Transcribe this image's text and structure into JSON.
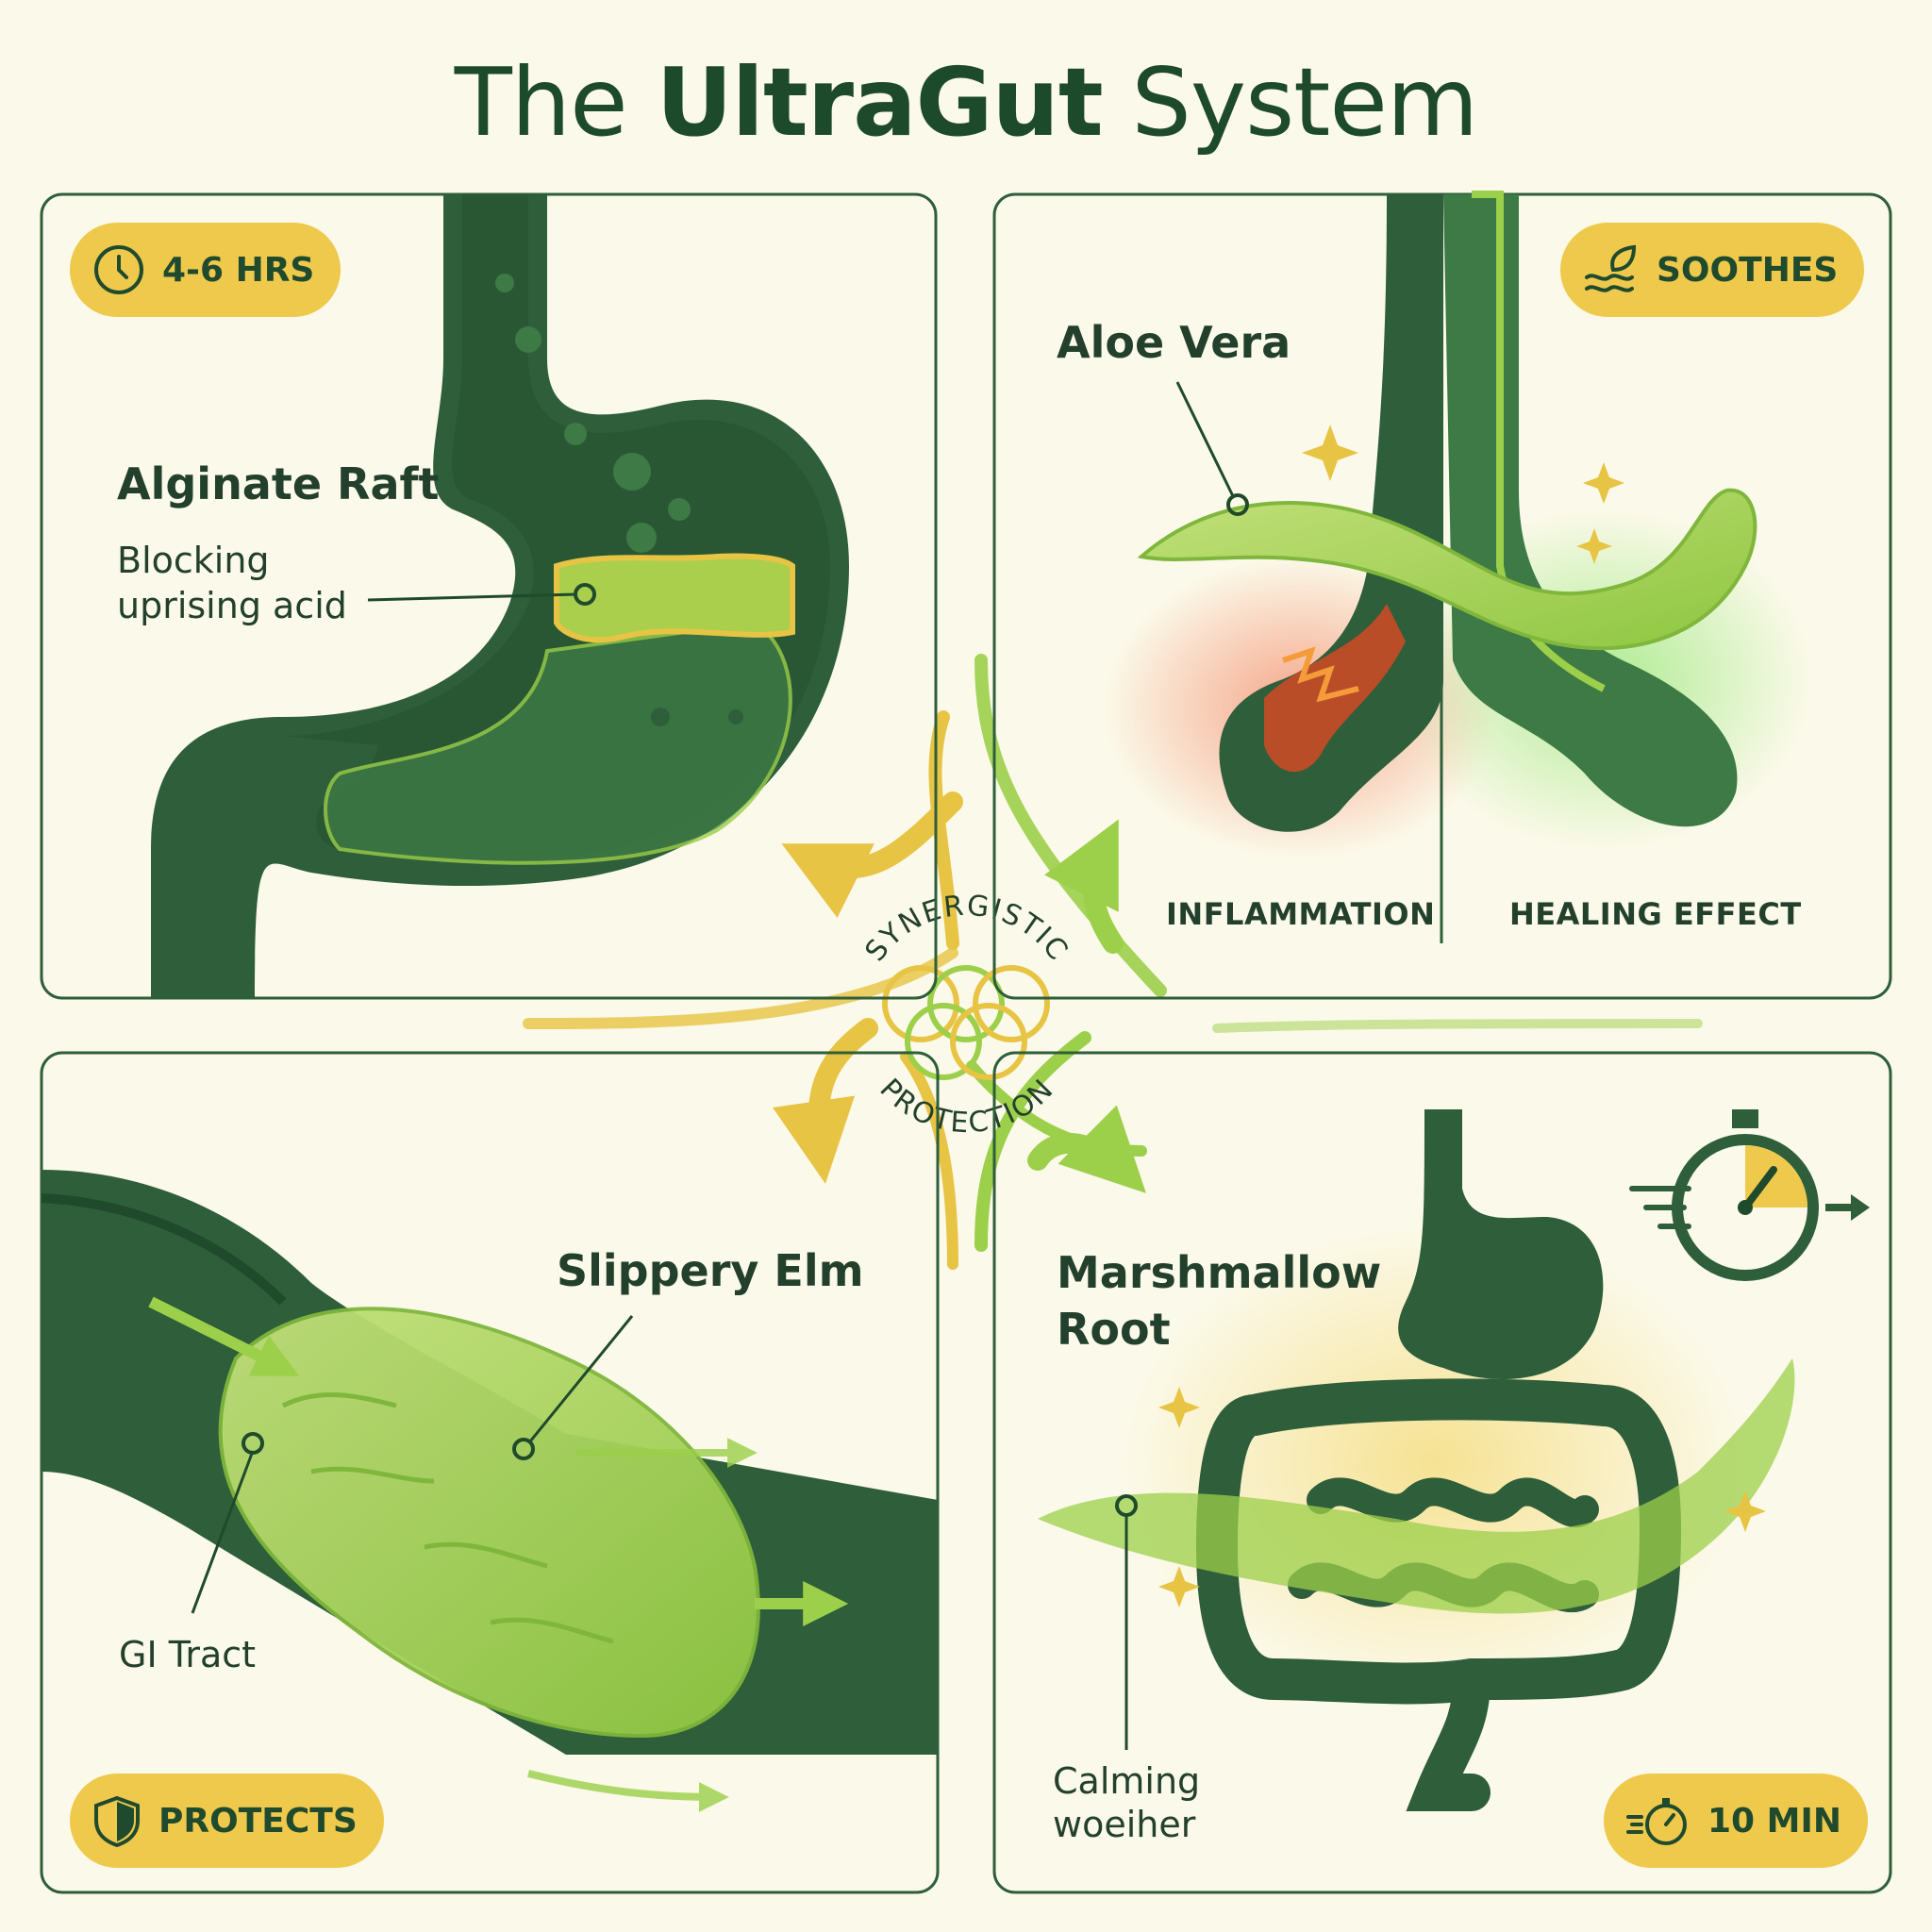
{
  "title": {
    "pre": "The ",
    "brand": "UltraGut",
    "post": " System"
  },
  "center": {
    "top": "SYNERGISTIC",
    "bottom": "PROTECTION"
  },
  "panels": {
    "top_left": {
      "badge": "4-6 HRS",
      "heading": "Alginate Raft",
      "sub_line1": "Blocking",
      "sub_line2": "uprising acid"
    },
    "top_right": {
      "badge": "SOOTHES",
      "heading": "Aloe Vera",
      "left_caption": "INFLAMMATION",
      "right_caption": "HEALING EFFECT"
    },
    "bottom_left": {
      "badge": "PROTECTS",
      "heading": "Slippery Elm",
      "label": "GI Tract"
    },
    "bottom_right": {
      "badge": "10 MIN",
      "heading_line1": "Marshmallow",
      "heading_line2": "Root",
      "sub_line1": "Calming",
      "sub_line2": "woeiher"
    }
  },
  "colors": {
    "background": "#fbf9e9",
    "dark_green": "#2e5e3a",
    "lime": "#9ccf4a",
    "yellow": "#efc94c",
    "red": "#e0502c"
  },
  "icons": [
    "clock-icon",
    "leaf-waves-icon",
    "shield-icon",
    "stopwatch-icon"
  ]
}
